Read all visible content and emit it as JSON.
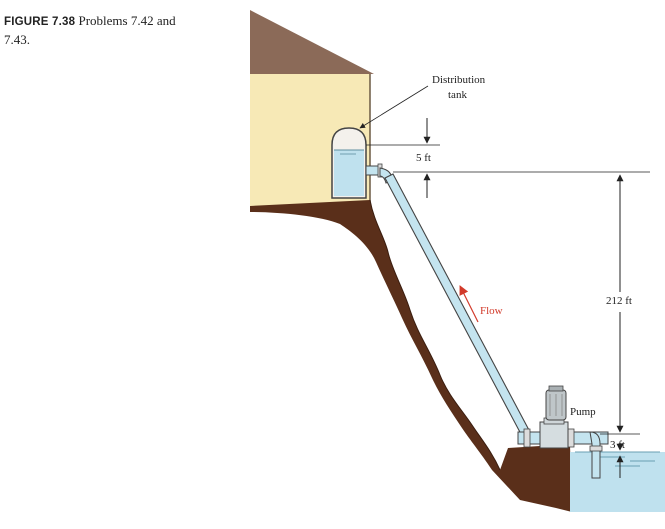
{
  "caption": {
    "figure_number": "FIGURE 7.38",
    "text": "Problems 7.42 and 7.43."
  },
  "labels": {
    "tank_line1": "Distribution",
    "tank_line2": "tank",
    "dim_top": "5 ft",
    "dim_height": "212 ft",
    "dim_bottom": "3 ft",
    "flow": "Flow",
    "pump": "Pump"
  },
  "colors": {
    "roof": "#8b6a58",
    "wall": "#f7e9b6",
    "ground": "#5a2f1a",
    "water": "#bfe1ee",
    "pipe": "#c4e4ef",
    "flow_arrow": "#d23a2a"
  }
}
